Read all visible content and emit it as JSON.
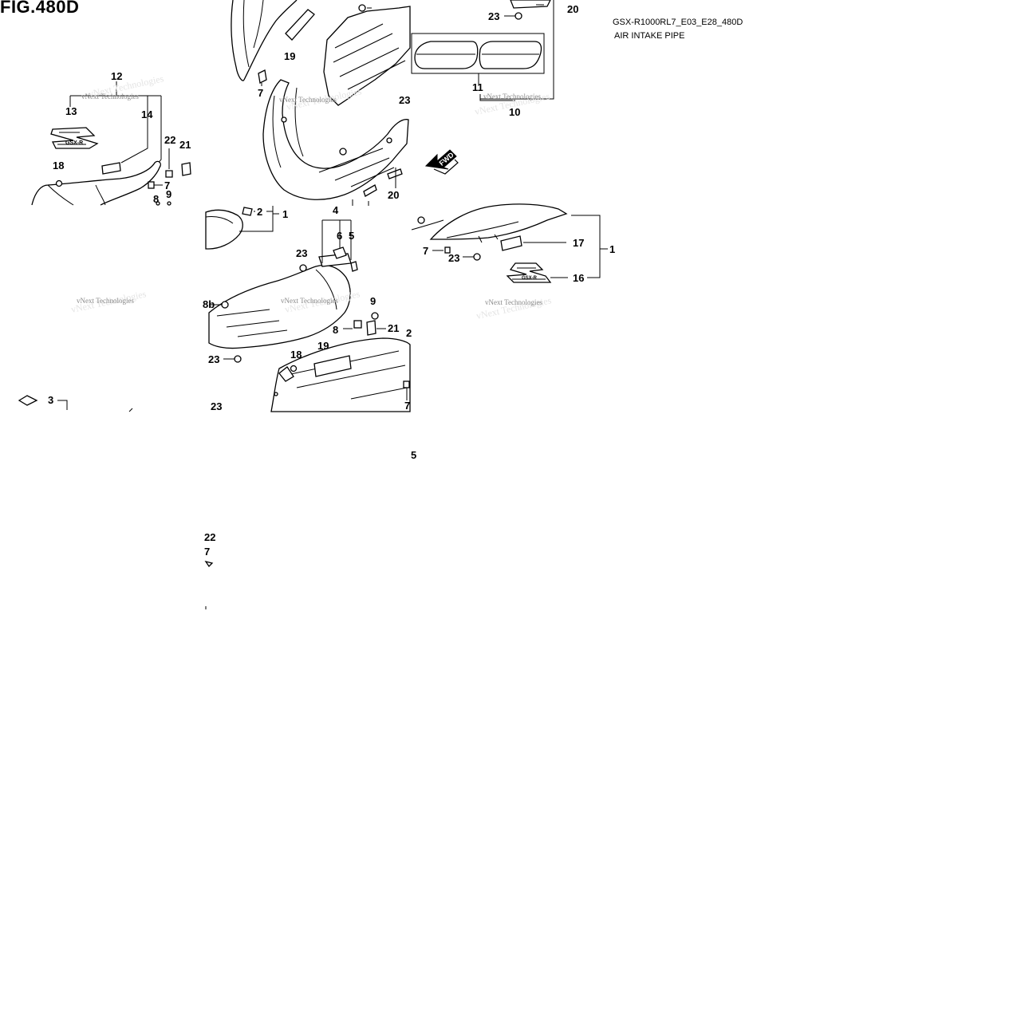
{
  "header": {
    "figure_id": "FIG.480D",
    "model_code": "GSX-R1000RL7_E03_E28_480D",
    "section_name": "AIR INTAKE PIPE"
  },
  "watermark": {
    "text": "vNext Technologies"
  },
  "badges": {
    "forward": "FWD"
  },
  "callouts": {
    "p12": "12",
    "p13": "13",
    "p14": "14",
    "p22a": "22",
    "p21a": "21",
    "p18a": "18",
    "p7a": "7",
    "p8a": "8",
    "p9a": "9",
    "p3": "3",
    "p19a": "19",
    "p7b": "7",
    "p23a": "23",
    "p23b": "23",
    "p20a": "20",
    "p11": "11",
    "p10": "10",
    "p20b": "20",
    "p2": "2",
    "p1a": "1",
    "p4": "4",
    "p6": "6",
    "p5a": "5",
    "p23c": "23",
    "p8b": "8b",
    "p9b": "9",
    "p8c": "8",
    "p21b": "21",
    "p2b": "2",
    "p18b": "18",
    "p19b": "19",
    "p23d": "23",
    "p23e": "23",
    "p7c": "7",
    "p17": "17",
    "p1b": "1",
    "p7d": "7",
    "p23f": "23",
    "p16": "16",
    "p5b": "5",
    "p22b": "22",
    "p7e": "7"
  }
}
